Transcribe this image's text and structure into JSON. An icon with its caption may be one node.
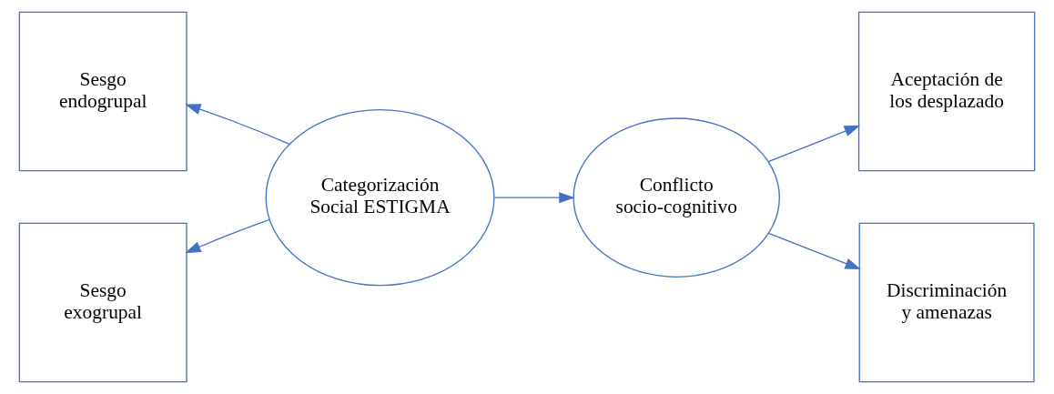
{
  "diagram": {
    "nodes": [
      {
        "text": [
          "Sesgo endogrupal"
        ]
      },
      {
        "text": [
          "Sesgo exogrupal"
        ]
      },
      {
        "text": [
          "Categorización Social ESTIGMA"
        ]
      },
      {
        "text": [
          "Conflicto socio-cognitivo"
        ]
      },
      {
        "text": [
          "Aceptación de los desplazado"
        ]
      },
      {
        "text": [
          "Discriminación y amenazas"
        ]
      }
    ],
    "edges": [
      {
        "from": 2,
        "to": 0,
        "arrow": "to"
      },
      {
        "from": 2,
        "to": 1,
        "arrow": "to"
      },
      {
        "from": 2,
        "to": 3,
        "arrow": "to"
      },
      {
        "from": 3,
        "to": 4,
        "arrow": "to"
      },
      {
        "from": 3,
        "to": 5,
        "arrow": "to"
      }
    ]
  }
}
